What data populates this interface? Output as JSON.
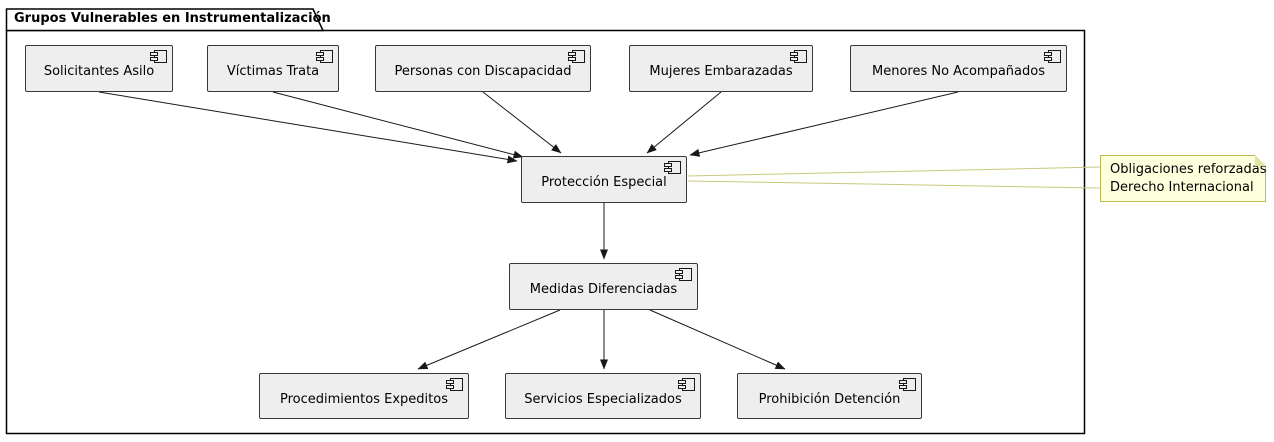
{
  "diagram": {
    "type": "component-diagram",
    "title": "Grupos Vulnerables en Instrumentalización",
    "nodes": {
      "solicitantes_asilo": {
        "label": "Solicitantes Asilo"
      },
      "victimas_trata": {
        "label": "Víctimas Trata"
      },
      "personas_discapacidad": {
        "label": "Personas con Discapacidad"
      },
      "mujeres_embarazadas": {
        "label": "Mujeres Embarazadas"
      },
      "menores_no_acompanados": {
        "label": "Menores No Acompañados"
      },
      "proteccion_especial": {
        "label": "Protección Especial"
      },
      "medidas_diferenciadas": {
        "label": "Medidas Diferenciadas"
      },
      "procedimientos_expeditos": {
        "label": "Procedimientos Expeditos"
      },
      "servicios_especializados": {
        "label": "Servicios Especializados"
      },
      "prohibicion_detencion": {
        "label": "Prohibición Detención"
      }
    },
    "note": {
      "line1": "Obligaciones reforzadas",
      "line2": "Derecho Internacional",
      "attached_to": "Protección Especial"
    },
    "edges": [
      {
        "from": "Solicitantes Asilo",
        "to": "Protección Especial",
        "type": "arrow"
      },
      {
        "from": "Víctimas Trata",
        "to": "Protección Especial",
        "type": "arrow"
      },
      {
        "from": "Personas con Discapacidad",
        "to": "Protección Especial",
        "type": "arrow"
      },
      {
        "from": "Mujeres Embarazadas",
        "to": "Protección Especial",
        "type": "arrow"
      },
      {
        "from": "Menores No Acompañados",
        "to": "Protección Especial",
        "type": "arrow"
      },
      {
        "from": "Protección Especial",
        "to": "Medidas Diferenciadas",
        "type": "arrow"
      },
      {
        "from": "Medidas Diferenciadas",
        "to": "Procedimientos Expeditos",
        "type": "arrow"
      },
      {
        "from": "Medidas Diferenciadas",
        "to": "Servicios Especializados",
        "type": "arrow"
      },
      {
        "from": "Medidas Diferenciadas",
        "to": "Prohibición Detención",
        "type": "arrow"
      },
      {
        "from": "Protección Especial",
        "to": "note",
        "type": "note-link"
      }
    ],
    "colors": {
      "node_fill": "#EEEEEE",
      "node_border": "#383838",
      "note_fill": "#FEFFDD",
      "note_border": "#BBBB55",
      "note_link": "#C9C97E",
      "arrow": "#181818",
      "frame_border": "#000000",
      "background": "#FFFFFF"
    }
  }
}
